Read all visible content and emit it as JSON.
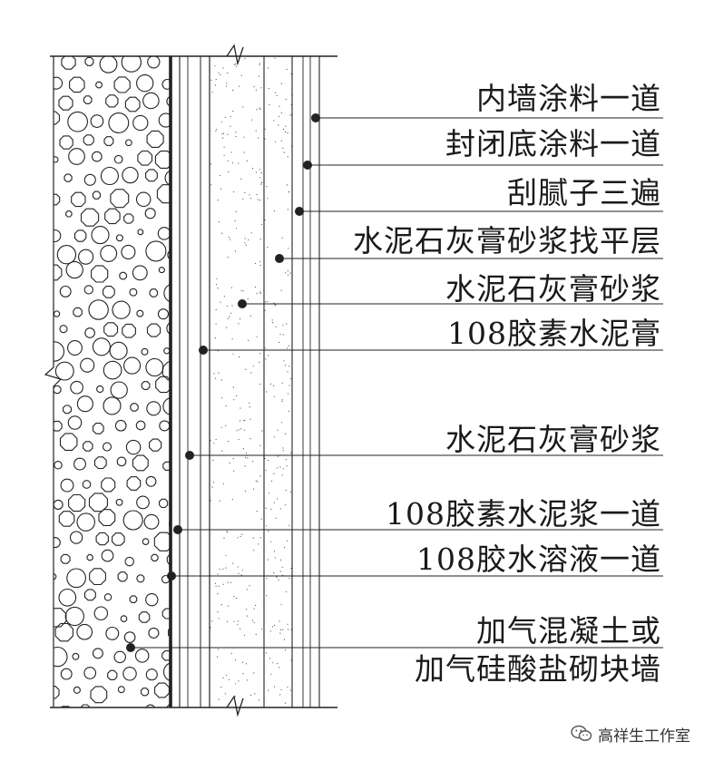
{
  "labels": [
    "内墙涂料一道",
    "封闭底涂料一道",
    "刮腻子三遍",
    "水泥石灰膏砂浆找平层",
    "水泥石灰膏砂浆",
    "108胶素水泥膏",
    "水泥石灰膏砂浆",
    "108胶素水泥浆一道",
    "108胶水溶液一道",
    "加气混凝土或",
    "加气硅酸盐砌块墙"
  ],
  "watermark": {
    "text": "高祥生工作室",
    "icon": "wechat-icon"
  },
  "colors": {
    "line": "#222222",
    "text": "#1a1a1a",
    "background": "#ffffff"
  }
}
